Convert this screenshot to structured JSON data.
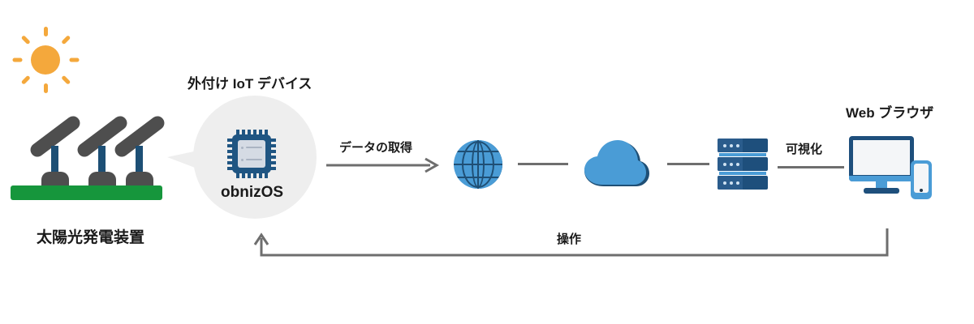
{
  "diagram": {
    "title_solar": "太陽光発電装置",
    "title_device": "外付け IoT デバイス",
    "title_browser": "Web ブラウザ",
    "node_os": "obnizOS",
    "flow_acquire": "データの取得",
    "flow_visualize": "可視化",
    "flow_control": "操作",
    "icons": {
      "sun": "sun-icon",
      "solar": "solar-panel-icon",
      "chip": "chip-icon",
      "globe": "globe-icon",
      "cloud": "cloud-icon",
      "server": "server-rack-icon",
      "display": "monitor-tablet-icon"
    },
    "colors": {
      "sun": "#f4a83c",
      "panel": "#4e4e4e",
      "post": "#1d4f75",
      "ground": "#16963c",
      "navy": "#1e4f7c",
      "blue": "#4a9cd6",
      "bubble": "#eeeeee",
      "connector": "#6e6e6e",
      "text": "#1a1a1a"
    }
  }
}
